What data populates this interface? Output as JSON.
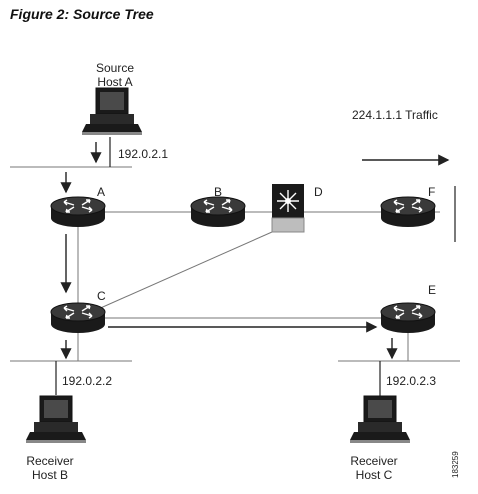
{
  "figure": {
    "caption": "Figure 2: Source Tree"
  },
  "hosts": {
    "source": {
      "line1": "Source",
      "line2": "Host A",
      "ip": "192.0.2.1"
    },
    "receiver_b": {
      "line1": "Receiver",
      "line2": "Host B",
      "ip": "192.0.2.2"
    },
    "receiver_c": {
      "line1": "Receiver",
      "line2": "Host C",
      "ip": "192.0.2.3"
    }
  },
  "nodes": {
    "a": "A",
    "b": "B",
    "c": "C",
    "d": "D",
    "e": "E",
    "f": "F"
  },
  "traffic": {
    "label": "224.1.1.1 Traffic"
  },
  "figure_id": "183259",
  "icons": {
    "router": "router-icon",
    "switch": "multilayer-switch-icon",
    "workstation": "workstation-icon"
  }
}
